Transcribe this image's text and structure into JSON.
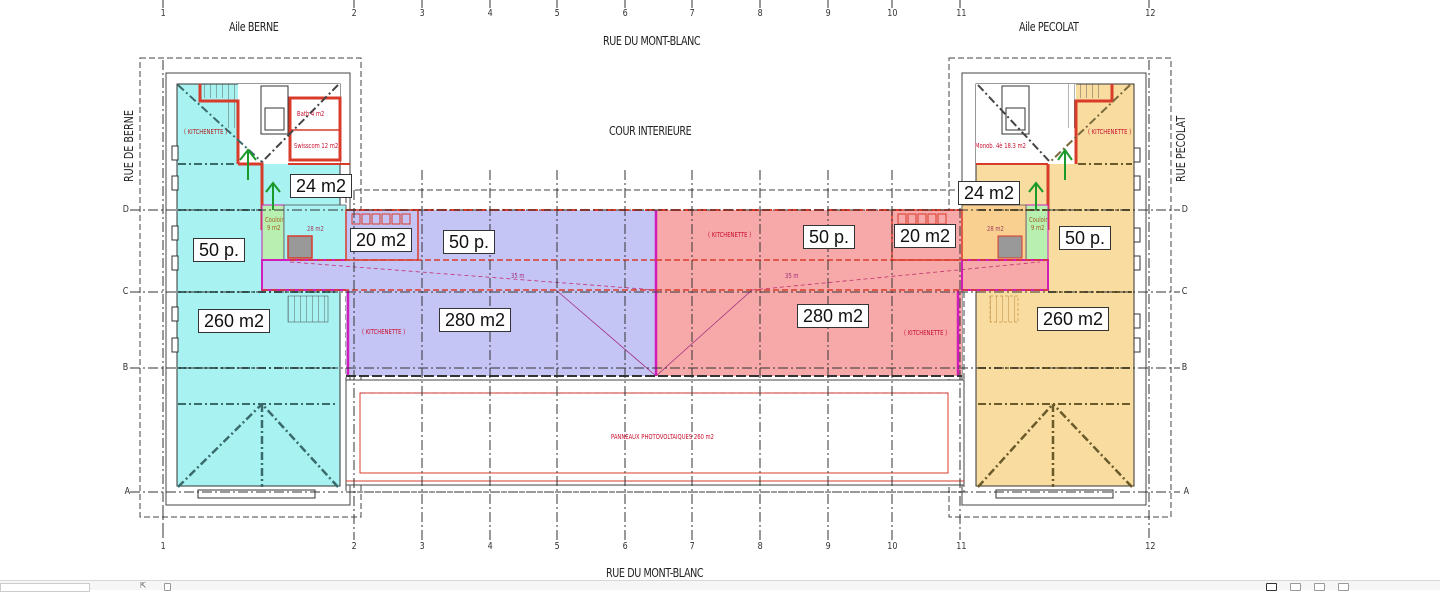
{
  "plan": {
    "grid_columns": [
      "1",
      "2",
      "3",
      "4",
      "5",
      "6",
      "7",
      "8",
      "9",
      "10",
      "11",
      "12"
    ],
    "grid_rows": [
      "D",
      "C",
      "B",
      "A"
    ],
    "streets": {
      "top": "RUE DU MONT-BLANC",
      "bottom": "RUE DU MONT-BLANC",
      "left": "RUE DE BERNE",
      "right": "RUE PECOLAT"
    },
    "courtyard": "COUR INTERIEURE",
    "wings": {
      "left": "Aile BERNE",
      "right": "Aile PECOLAT"
    },
    "area_tags": {
      "left_core": "24 m2",
      "right_core": "24 m2",
      "left_wc": "20 m2",
      "right_wc": "20 m2",
      "left_wing_people": "50 p.",
      "blue_people": "50 p.",
      "red_people": "50 p.",
      "right_wing_people": "50 p.",
      "left_wing_area": "260 m2",
      "blue_area": "280 m2",
      "red_area": "280 m2",
      "right_wing_area": "260 m2"
    },
    "small_labels": {
      "kitchenette": "( KITCHENETTE )",
      "bath": "Bath 4 m2",
      "swisscom": "Swisscom 12 m2",
      "monob": "Monob. 4è 18.3 m2",
      "couloir_l": "Couloir",
      "couloir_l_area": "9 m2",
      "couloir_r": "Couloir",
      "couloir_r_area": "9 m2",
      "wc_area": "28 m2",
      "span_left": "35 m",
      "span_right": "35 m",
      "photovoltaic": "PANNEAUX PHOTOVOLTAIQUES 260 m2"
    },
    "colors": {
      "cyan_zone": "#a8f2f2",
      "blue_zone": "#c4c4f5",
      "red_zone": "#f7a8a8",
      "yellow_zone": "#f9dca0",
      "wall_red": "#d93b2b",
      "magenta": "#d01cb8",
      "green_arrow": "#1a9a2a"
    }
  }
}
